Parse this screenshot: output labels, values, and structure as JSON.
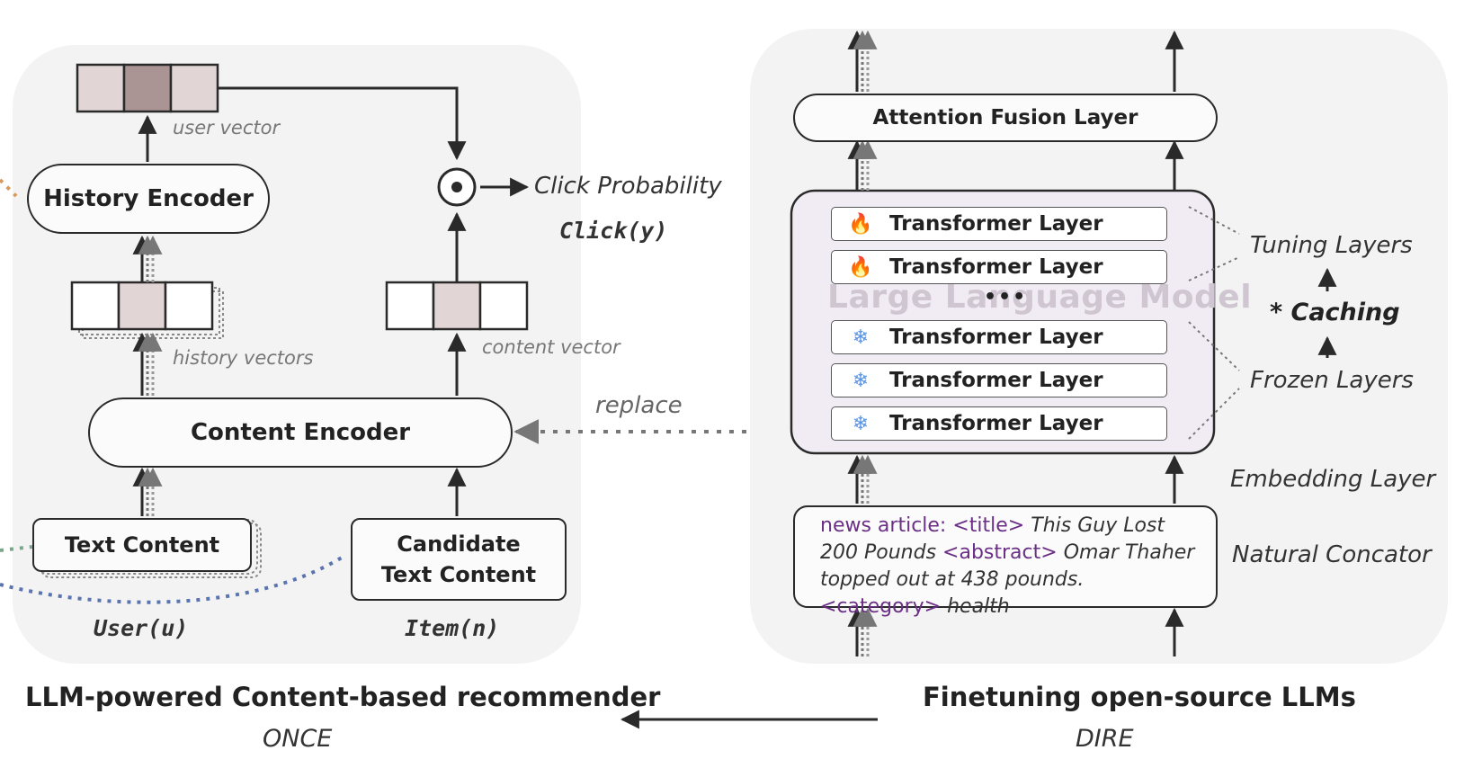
{
  "left_panel": {
    "history_encoder": "History Encoder",
    "content_encoder": "Content Encoder",
    "text_content": "Text Content",
    "candidate_line1": "Candidate",
    "candidate_line2": "Text Content",
    "user_vector_label": "user vector",
    "history_vectors_label": "history vectors",
    "content_vector_label": "content vector",
    "click_probability": "Click Probability",
    "click_fn": "Click(y)",
    "user_fn": "User(u)",
    "item_fn": "Item(n)",
    "replace_label": "replace"
  },
  "right_panel": {
    "attention_fusion": "Attention Fusion Layer",
    "llm_label": "Large Language Model",
    "ellipsis": "•••",
    "transformer_layers": [
      {
        "label": "Transformer Layer",
        "icon": "fire-icon"
      },
      {
        "label": "Transformer Layer",
        "icon": "fire-icon"
      },
      {
        "label": "Transformer Layer",
        "icon": "snowflake-icon"
      },
      {
        "label": "Transformer Layer",
        "icon": "snowflake-icon"
      },
      {
        "label": "Transformer Layer",
        "icon": "snowflake-icon"
      }
    ],
    "tuning_layers": "Tuning Layers",
    "caching": "* Caching",
    "frozen_layers": "Frozen Layers",
    "embedding_layer": "Embedding Layer",
    "natural_concator": "Natural Concator",
    "concat": {
      "tag_news": "news article:",
      "tag_title": "<title>",
      "title_text": "This Guy Lost 200 Pounds",
      "tag_abstract": "<abstract>",
      "abstract_text": "Omar Thaher topped out at 438 pounds.",
      "tag_category": "<category>",
      "category_text": "health"
    }
  },
  "captions": {
    "left_title": "LLM-powered Content-based recommender",
    "left_sub": "ONCE",
    "right_title": "Finetuning open-source LLMs",
    "right_sub": "DIRE"
  },
  "colors": {
    "panel_bg": "#f3f3f3",
    "vector_light": "#e2d5d5",
    "vector_dark": "#ab9494",
    "llm_bg": "#f1ecf4",
    "tag_purple": "#6b2f86",
    "fire": "#d8473a",
    "snow": "#5b94e3",
    "dotted_blue": "#5a74b0",
    "dotted_green": "#7aa78a",
    "dotted_orange": "#d79a5c"
  }
}
